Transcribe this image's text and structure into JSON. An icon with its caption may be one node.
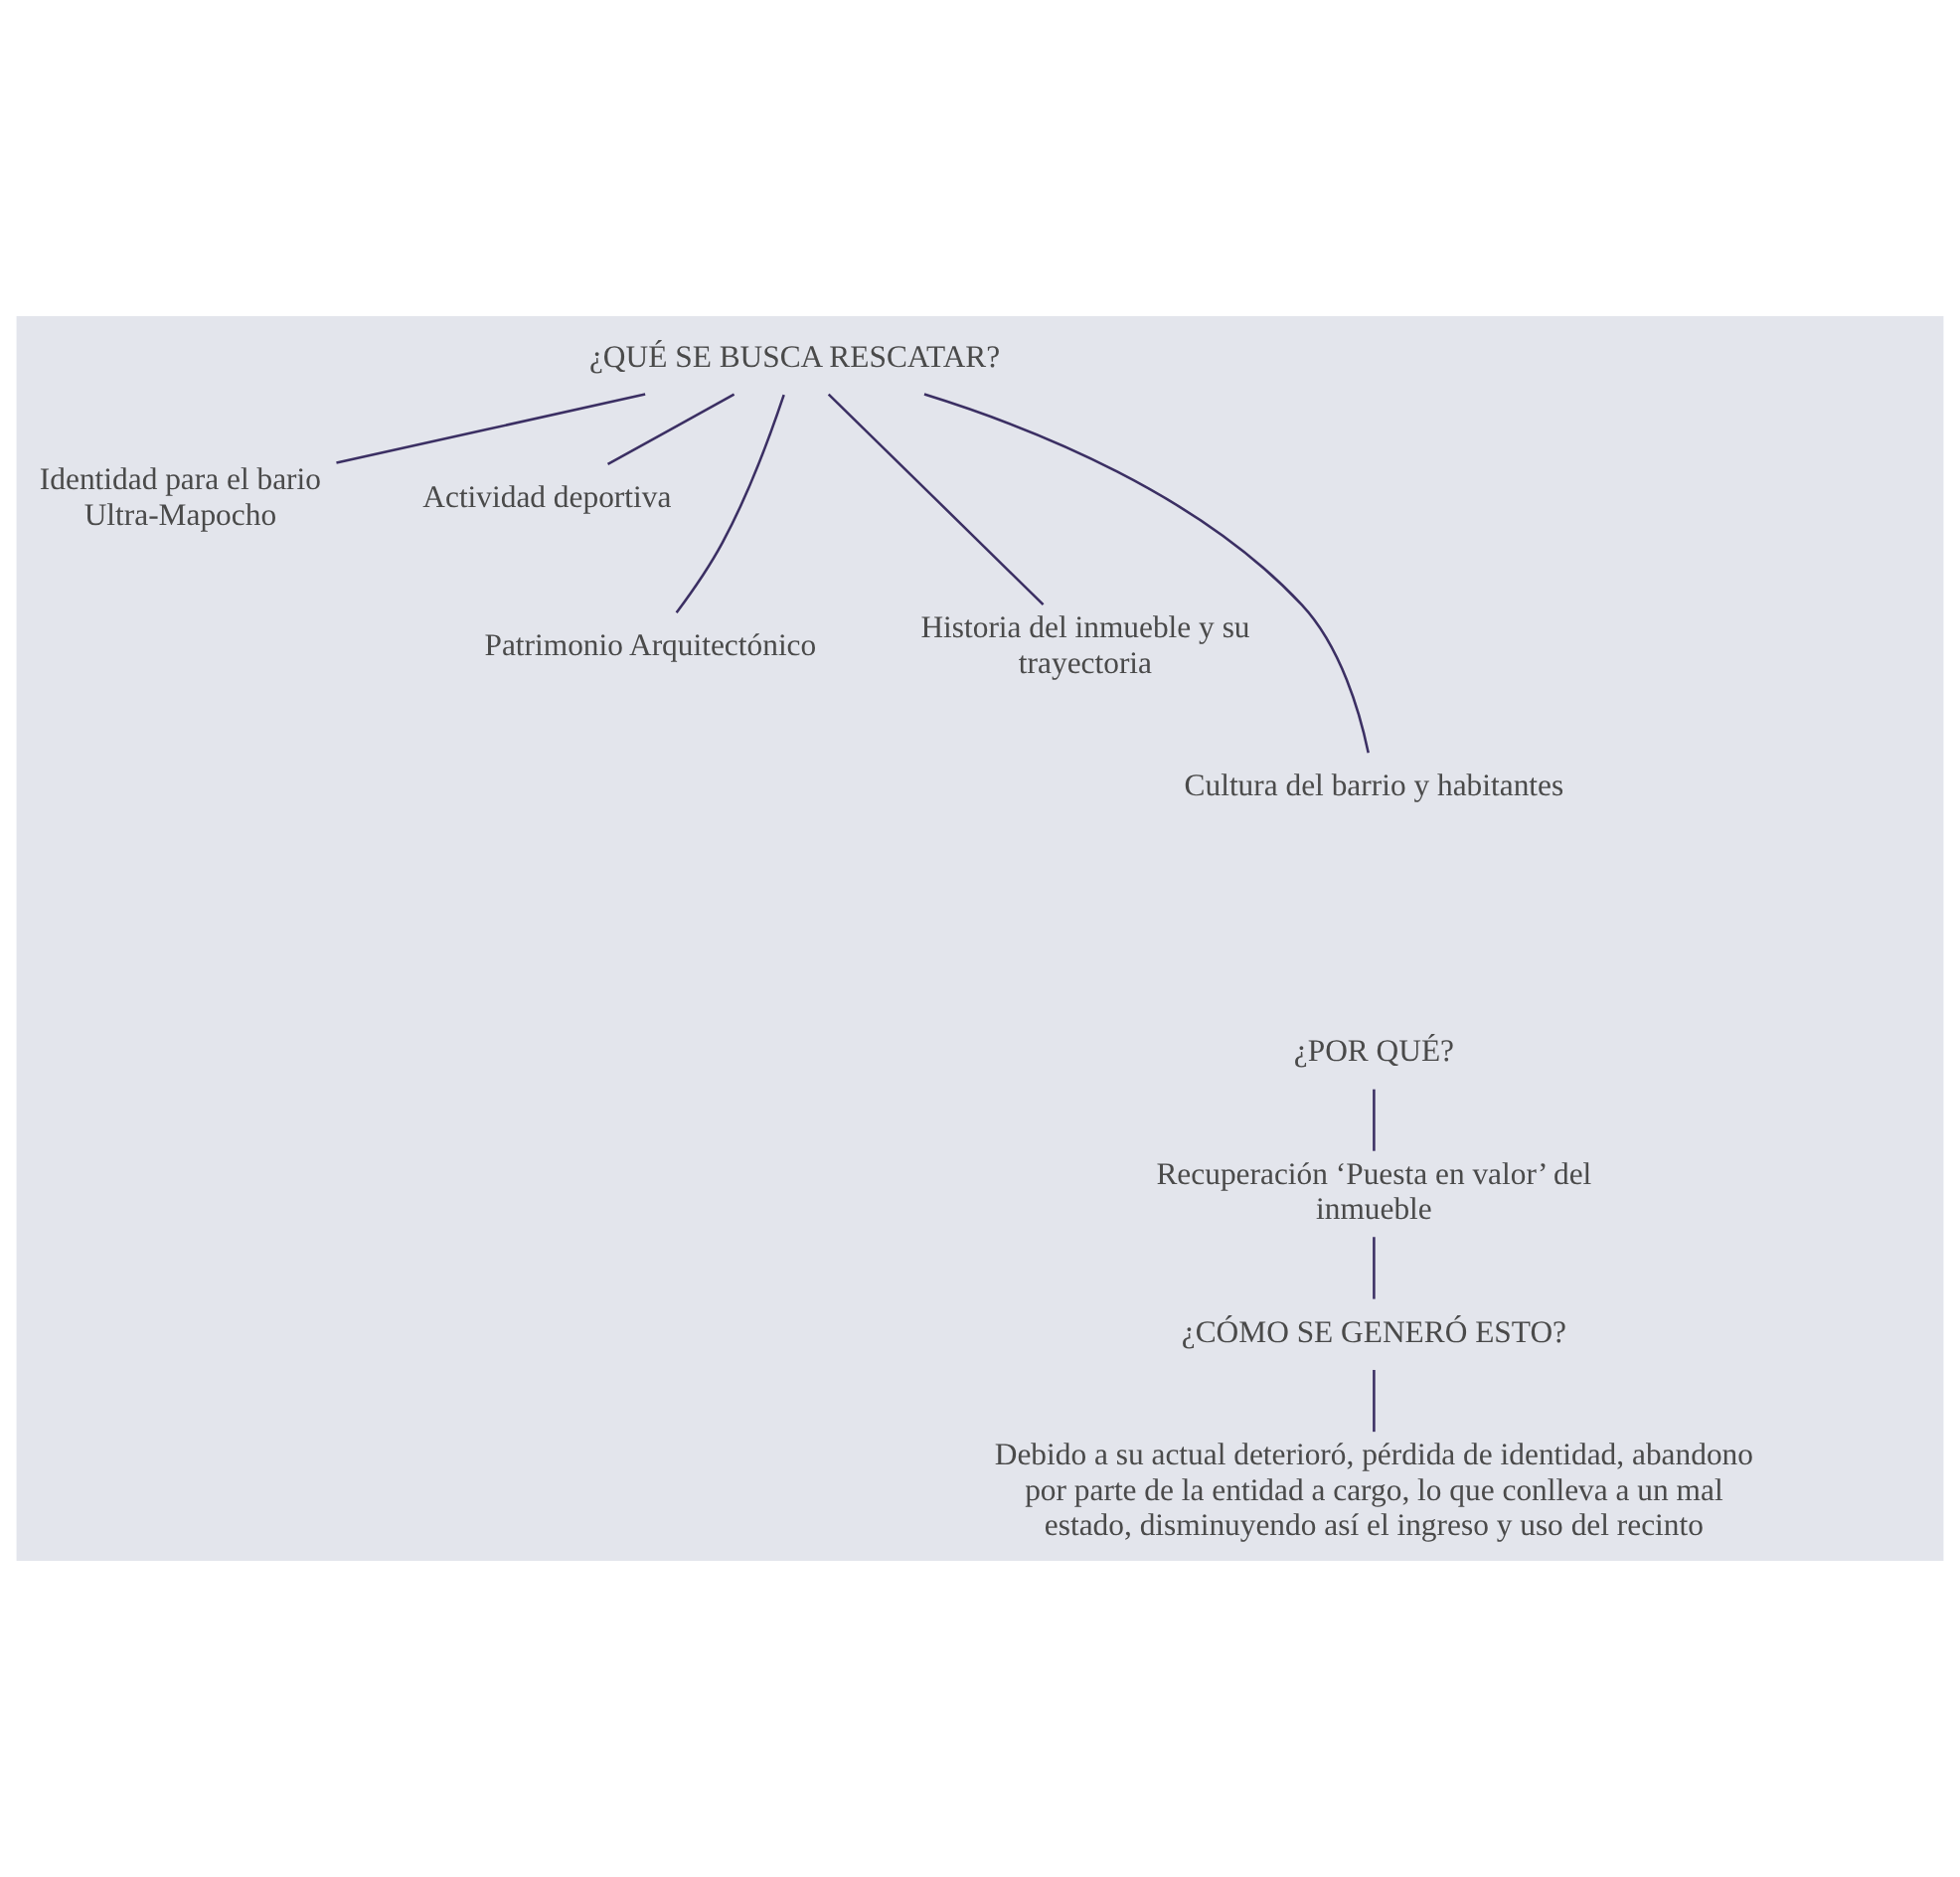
{
  "diagram": {
    "nodes": [
      {
        "text": [
          "¿QUÉ SE BUSCA RESCATAR?"
        ]
      },
      {
        "text": [
          "Identidad para el bario Ultra-Mapocho"
        ]
      },
      {
        "text": [
          "Actividad deportiva"
        ]
      },
      {
        "text": [
          "Patrimonio Arquitectónico"
        ]
      },
      {
        "text": [
          "Historia del inmueble y su trayectoria"
        ]
      },
      {
        "text": [
          "Cultura del barrio y habitantes"
        ]
      },
      {
        "text": [
          "¿POR QUÉ?"
        ]
      },
      {
        "text": [
          "Recuperación ‘Puesta en valor’ del inmueble"
        ]
      },
      {
        "text": [
          "¿CÓMO SE GENERÓ ESTO?"
        ]
      },
      {
        "text": [
          "Debido a su actual deterioró, pérdida de identidad, abandono por parte de la entidad a cargo, lo que conlleva a un mal estado, disminuyendo así el ingreso y uso del recinto"
        ]
      }
    ],
    "edges": [
      {
        "from": 0,
        "to": 1,
        "arrow": "none"
      },
      {
        "from": 0,
        "to": 3,
        "arrow": "none"
      },
      {
        "from": 0,
        "to": 5,
        "arrow": "none"
      },
      {
        "from": 0,
        "to": 4,
        "arrow": "none"
      },
      {
        "from": 0,
        "to": 2,
        "arrow": "none"
      },
      {
        "from": 6,
        "to": 7,
        "arrow": "none"
      },
      {
        "from": 7,
        "to": 8,
        "arrow": "none"
      },
      {
        "from": 8,
        "to": 9,
        "arrow": "none"
      }
    ]
  }
}
